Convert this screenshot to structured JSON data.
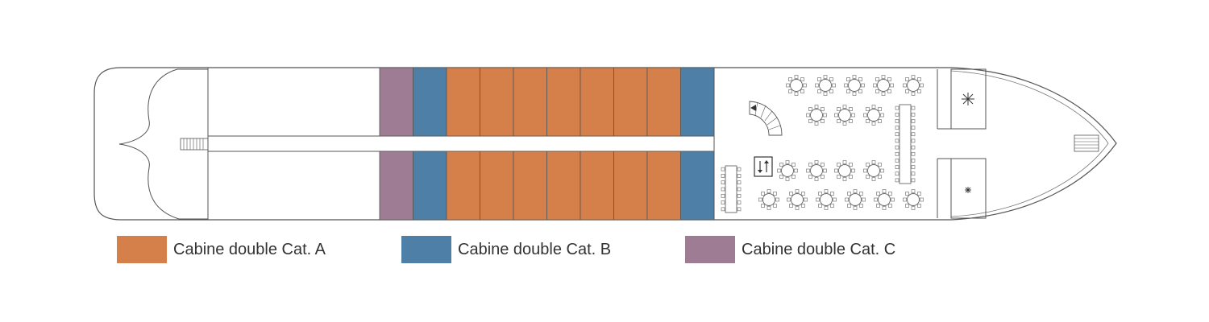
{
  "colors": {
    "cat_a": "#d5804a",
    "cat_b": "#4e7fa6",
    "cat_c": "#9e7c93",
    "outline": "#555555",
    "furniture": "#777777"
  },
  "cabins": {
    "top_row": [
      "cat_c",
      "cat_b",
      "cat_a",
      "cat_a",
      "cat_a",
      "cat_a",
      "cat_a",
      "cat_a",
      "cat_a",
      "cat_b"
    ],
    "bottom_row": [
      "cat_c",
      "cat_b",
      "cat_a",
      "cat_a",
      "cat_a",
      "cat_a",
      "cat_a",
      "cat_a",
      "cat_a",
      "cat_b"
    ]
  },
  "legend": [
    {
      "label": "Cabine double Cat. A",
      "color_key": "cat_a"
    },
    {
      "label": "Cabine double Cat. B",
      "color_key": "cat_b"
    },
    {
      "label": "Cabine double Cat. C",
      "color_key": "cat_c"
    }
  ],
  "icons": [
    "stairs-icon",
    "elevator-icon",
    "snowflake-icon",
    "table-icon",
    "chair-icon",
    "gangway-icon"
  ]
}
